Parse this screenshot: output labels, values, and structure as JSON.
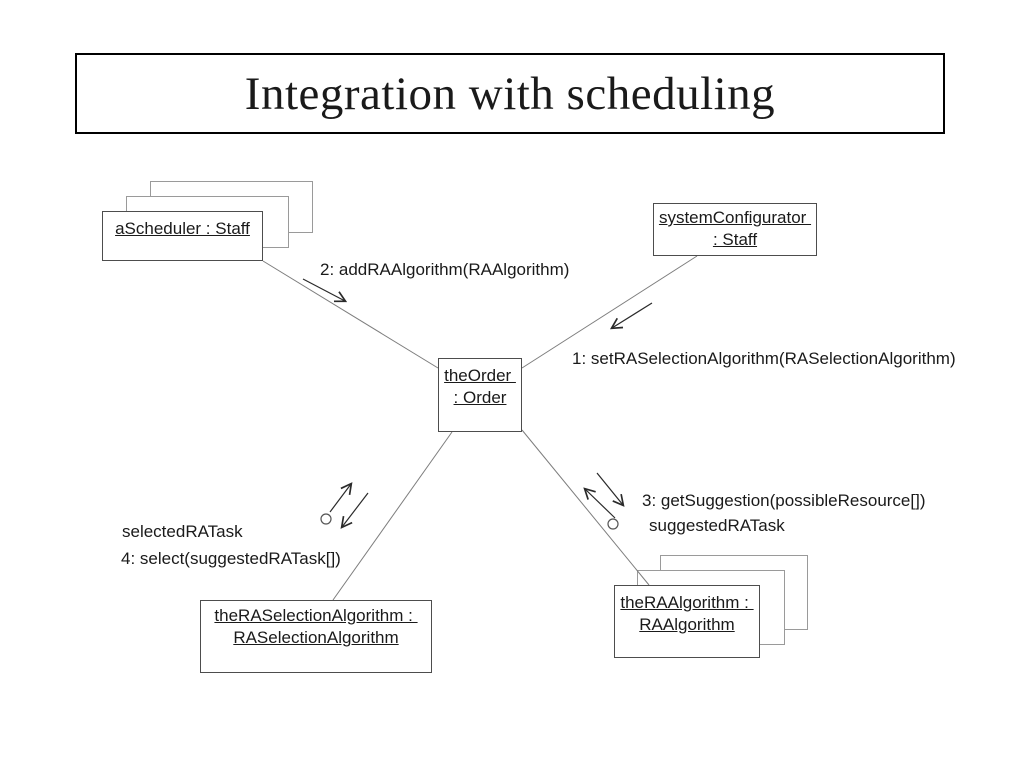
{
  "title": "Integration with scheduling",
  "objects": {
    "a_scheduler": {
      "label": "aScheduler : Staff"
    },
    "system_configurator": {
      "line1": "systemConfigurator ",
      "line2": ": Staff"
    },
    "the_order": {
      "line1": "theOrder ",
      "line2": ": Order"
    },
    "the_ra_selection_algorithm": {
      "line1": "theRASelectionAlgorithm : ",
      "line2": "RASelectionAlgorithm"
    },
    "the_ra_algorithm": {
      "line1": "theRAAlgorithm : ",
      "line2": "RAAlgorithm"
    }
  },
  "messages": {
    "set_ra_selection_algorithm": "1: setRASelectionAlgorithm(RASelectionAlgorithm)",
    "add_ra_algorithm": "2: addRAAlgorithm(RAAlgorithm)",
    "get_suggestion": "3: getSuggestion(possibleResource[])",
    "get_suggestion_return": "suggestedRATask",
    "select": "4: select(suggestedRATask[])",
    "select_return": "selectedRATask"
  },
  "colors": {
    "background": "#ffffff",
    "text": "#1a1a1a",
    "title_border": "#000000",
    "object_border": "#4d4d4d",
    "stack_border": "#9a9a9a",
    "connector_line": "#7d7d7d",
    "arrow": "#2a2a2a"
  }
}
